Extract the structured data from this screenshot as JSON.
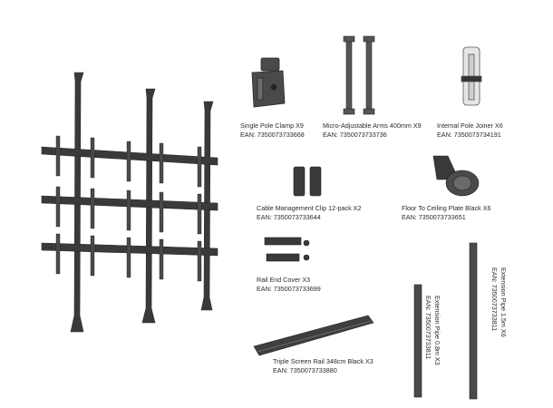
{
  "products": [
    {
      "name": "Single Pole Clamp X9",
      "ean": "EAN: 7350073733668"
    },
    {
      "name": "Micro-Adjustable Arms 400mm X9",
      "ean": "EAN: 7350073733736"
    },
    {
      "name": "Internal Pole Joiner X6",
      "ean": "EAN: 7350073734191"
    },
    {
      "name": "Cable Management Clip 12-pack X2",
      "ean": "EAN: 7350073733644"
    },
    {
      "name": "Floor To Ceiling Plate Black X6",
      "ean": "EAN: 7350073733651"
    },
    {
      "name": "Rail End Cover X3",
      "ean": "EAN: 7350073733699"
    },
    {
      "name": "Triple Screen Rail 348cm Black X3",
      "ean": "EAN: 7350073733880"
    },
    {
      "name": "Extension Pipe 0.8m X3",
      "ean": "EAN: 7350073733811"
    },
    {
      "name": "Extension Pipe 1.5m X6",
      "ean": "EAN: 7350073733811"
    }
  ]
}
